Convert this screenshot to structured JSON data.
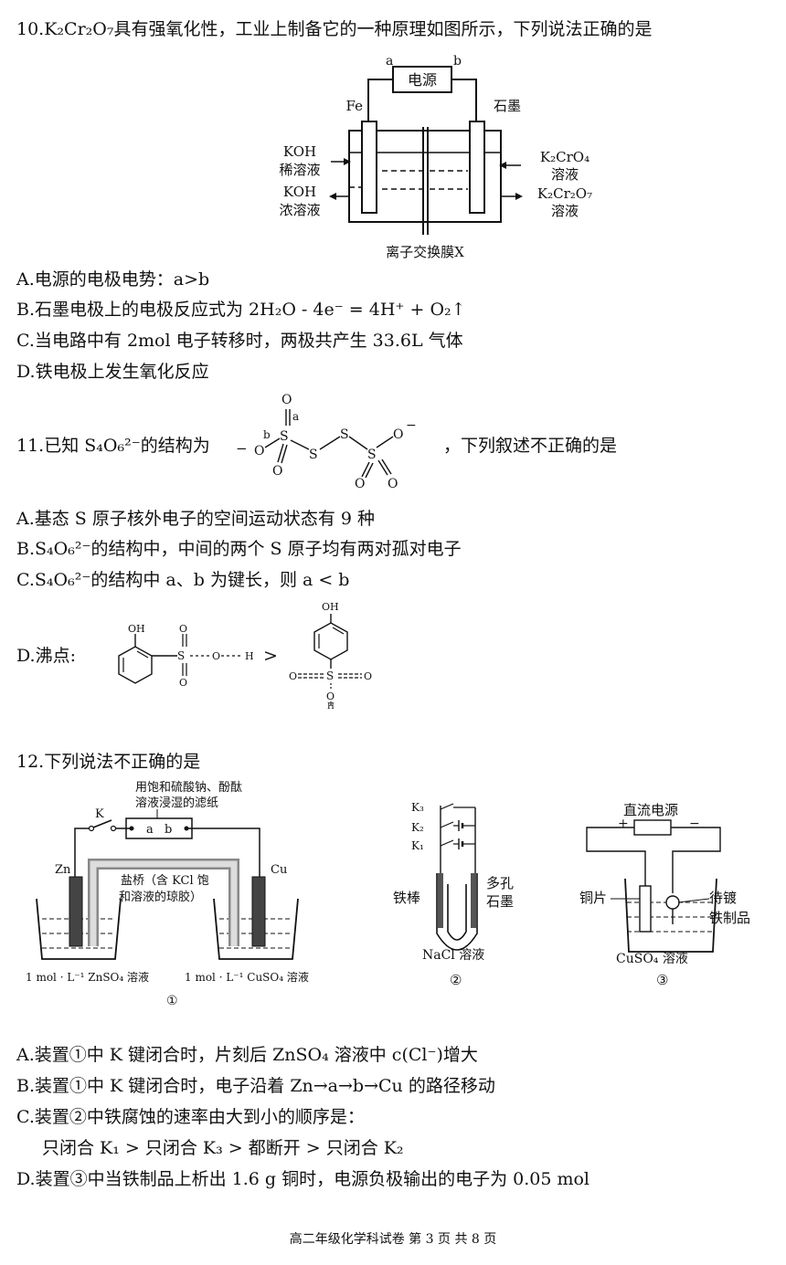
{
  "q10": {
    "stem": "10.K₂Cr₂O₇具有强氧化性，工业上制备它的一种原理如图所示，下列说法正确的是",
    "diagram": {
      "power_label": "电源",
      "terminal_a": "a",
      "terminal_b": "b",
      "left_electrode": "Fe",
      "right_electrode": "石墨",
      "left_in_1": "KOH",
      "left_in_2": "稀溶液",
      "left_out_1": "KOH",
      "left_out_2": "浓溶液",
      "right_in_1": "K₂CrO₄",
      "right_in_2": "溶液",
      "right_out_1": "K₂Cr₂O₇",
      "right_out_2": "溶液",
      "membrane_label": "离子交换膜X"
    },
    "options": [
      "A.电源的电极电势：a>b",
      "B.石墨电极上的电极反应式为 2H₂O - 4e⁻ = 4H⁺ + O₂↑",
      "C.当电路中有 2mol 电子转移时，两极共产生 33.6L 气体",
      "D.铁电极上发生氧化反应"
    ]
  },
  "q11": {
    "stem_prefix": "11.已知 S₄O₆²⁻的结构为",
    "stem_suffix": "，下列叙述不正确的是",
    "structure": {
      "atom_S": "S",
      "atom_O": "O",
      "bond_a": "a",
      "bond_b": "b",
      "minus": "−"
    },
    "options": [
      "A.基态 S 原子核外电子的空间运动状态有 9 种",
      "B.S₄O₆²⁻的结构中，中间的两个 S 原子均有两对孤对电子",
      "C.S₄O₆²⁻的结构中 a、b 为键长，则 a < b"
    ],
    "option_d": {
      "prefix": "D.沸点:",
      "compare": ">",
      "atom_OH": "OH",
      "atom_H": "H",
      "atom_O": "O",
      "atom_S": "S"
    }
  },
  "q12": {
    "stem": "12.下列说法不正确的是",
    "fig1": {
      "paper_label_1": "用饱和硫酸钠、酚酞",
      "paper_label_2": "溶液浸湿的滤纸",
      "switch": "K",
      "paper_a": "a",
      "paper_b": "b",
      "left_metal": "Zn",
      "right_metal": "Cu",
      "salt_bridge_1": "盐桥（含 KCl 饱",
      "salt_bridge_2": "和溶液的琼胶）",
      "left_solution": "1 mol · L⁻¹ ZnSO₄ 溶液",
      "right_solution": "1 mol · L⁻¹ CuSO₄ 溶液",
      "number": "①"
    },
    "fig2": {
      "k3": "K₃",
      "k2": "K₂",
      "k1": "K₁",
      "left_label": "铁棒",
      "right_label_1": "多孔",
      "right_label_2": "石墨",
      "solution": "NaCl 溶液",
      "number": "②"
    },
    "fig3": {
      "power": "直流电源",
      "plus": "+",
      "minus": "−",
      "left_label": "铜片",
      "right_label_1": "待镀",
      "right_label_2": "铁制品",
      "solution": "CuSO₄ 溶液",
      "number": "③"
    },
    "options": [
      "A.装置①中 K 键闭合时，片刻后 ZnSO₄ 溶液中 c(Cl⁻)增大",
      "B.装置①中 K 键闭合时，电子沿着 Zn→a→b→Cu 的路径移动",
      "C.装置②中铁腐蚀的速率由大到小的顺序是：",
      "只闭合 K₁ > 只闭合 K₃ > 都断开 > 只闭合 K₂",
      "D.装置③中当铁制品上析出 1.6 g 铜时，电源负极输出的电子为 0.05 mol"
    ]
  },
  "footer": "高二年级化学科试卷 第 3 页 共 8 页"
}
